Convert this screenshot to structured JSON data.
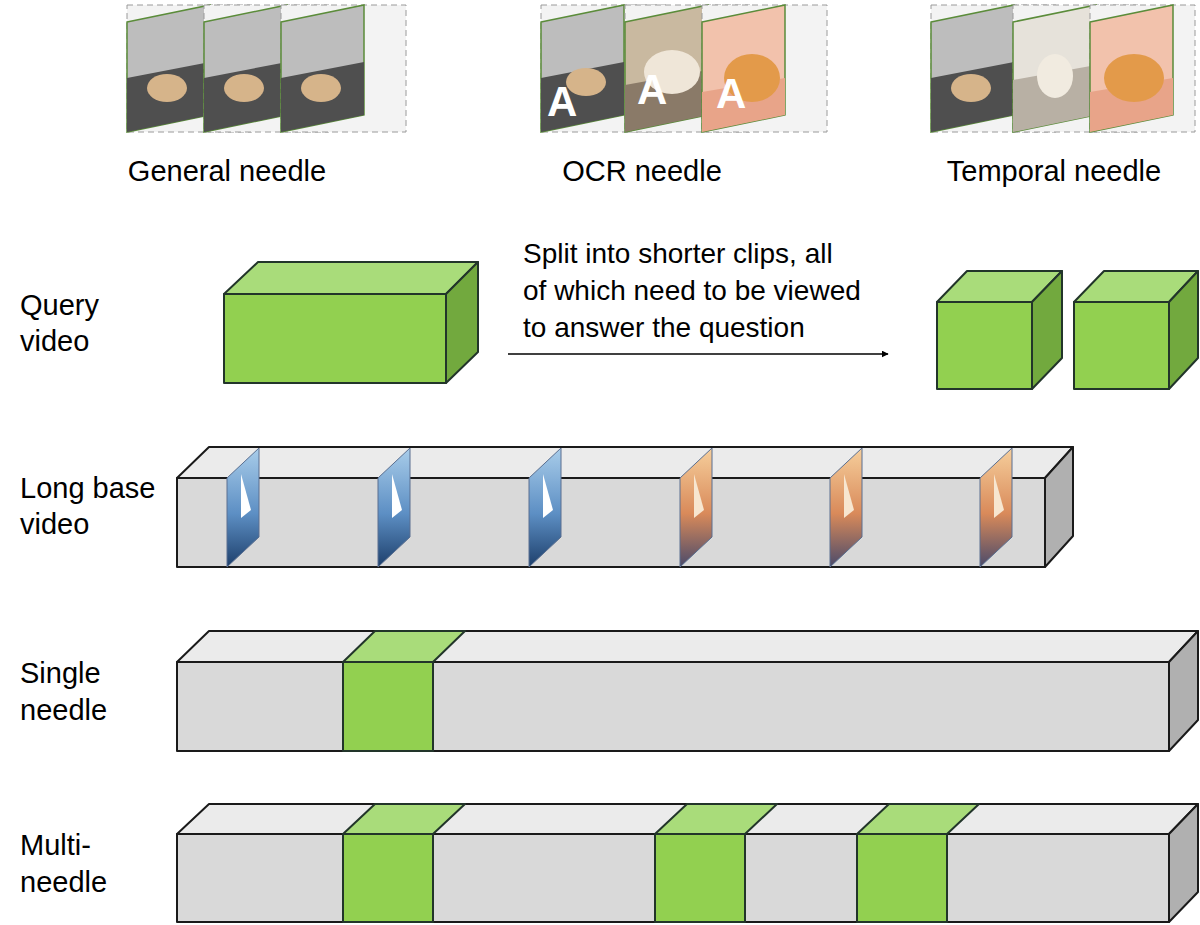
{
  "diagram": {
    "labels": [
      "A",
      "A",
      "A",
      "General needle",
      "OCR needle",
      "Temporal needle",
      "Query video",
      "Split into shorter clips, all of which need to be viewed to answer the question",
      "Long base video",
      "Single needle",
      "Multi-needle"
    ]
  }
}
